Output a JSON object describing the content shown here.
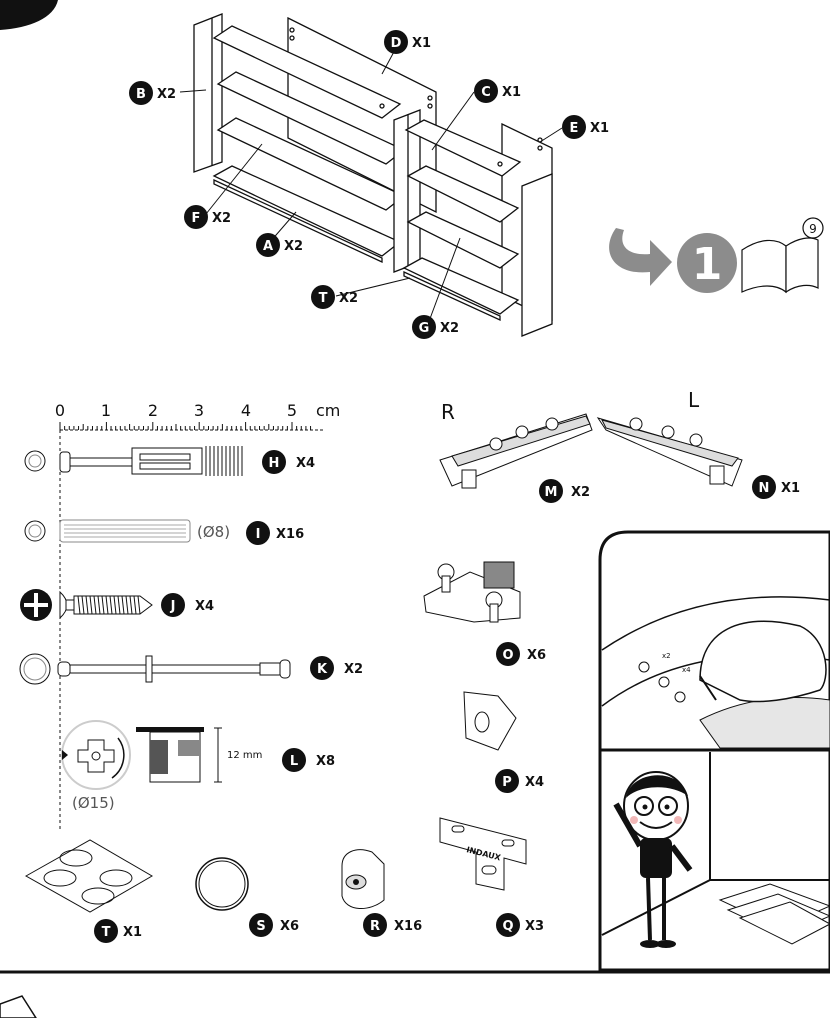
{
  "step": {
    "number": "1",
    "page_ref": "9"
  },
  "assembly_labels": [
    {
      "letter": "D",
      "qty": "X1"
    },
    {
      "letter": "B",
      "qty": "X2"
    },
    {
      "letter": "C",
      "qty": "X1"
    },
    {
      "letter": "E",
      "qty": "X1"
    },
    {
      "letter": "F",
      "qty": "X2"
    },
    {
      "letter": "A",
      "qty": "X2"
    },
    {
      "letter": "T",
      "qty": "X2"
    },
    {
      "letter": "G",
      "qty": "X2"
    }
  ],
  "ruler": {
    "ticks": [
      "0",
      "1",
      "2",
      "3",
      "4",
      "5"
    ],
    "unit": "cm"
  },
  "hardware": [
    {
      "letter": "H",
      "qty": "X4"
    },
    {
      "letter": "I",
      "qty": "X16",
      "note": "(Ø8)"
    },
    {
      "letter": "J",
      "qty": "X4"
    },
    {
      "letter": "K",
      "qty": "X2"
    },
    {
      "letter": "L",
      "qty": "X8",
      "note": "(Ø15)",
      "dimension": "12 mm"
    },
    {
      "letter": "M",
      "qty": "X2",
      "side": "R"
    },
    {
      "letter": "N",
      "qty": "X1",
      "side": "L"
    },
    {
      "letter": "O",
      "qty": "X6"
    },
    {
      "letter": "P",
      "qty": "X4"
    },
    {
      "letter": "Q",
      "qty": "X3",
      "brand": "INDAUX"
    },
    {
      "letter": "T",
      "qty": "X1"
    },
    {
      "letter": "S",
      "qty": "X6"
    },
    {
      "letter": "R",
      "qty": "X16"
    }
  ],
  "instruction_card": {
    "qty_a": "x2",
    "qty_b": "x4"
  }
}
